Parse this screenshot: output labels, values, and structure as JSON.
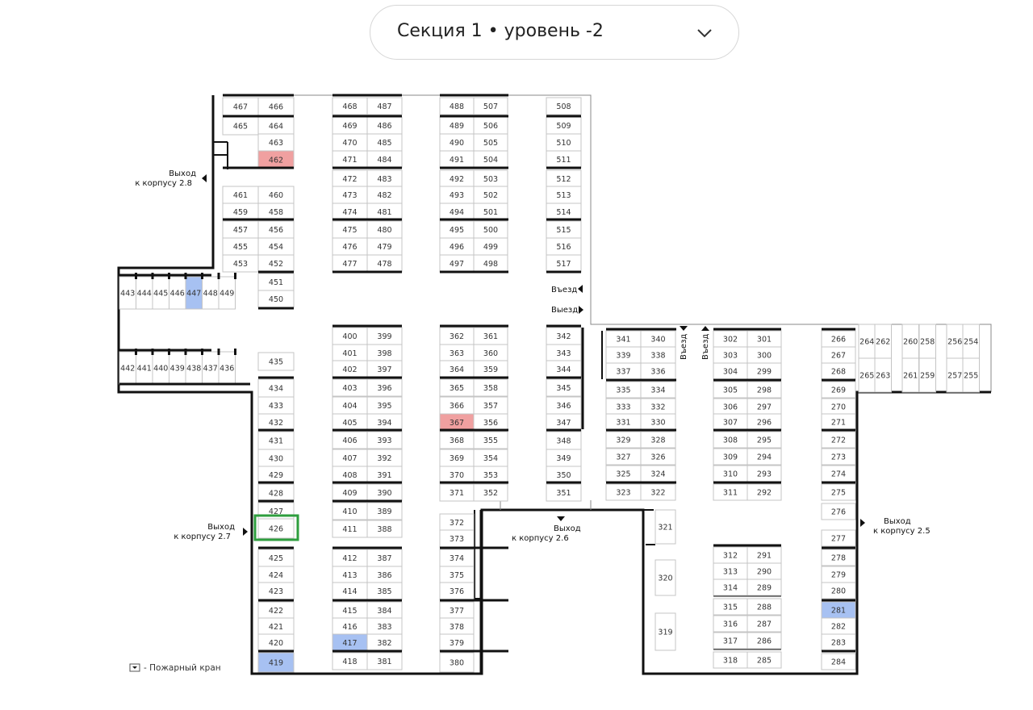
{
  "selector": {
    "label": "Секция 1 • уровень -2",
    "icon": "chevron-down-icon"
  },
  "colors": {
    "occupied": "#f0a0a0",
    "highlighted": "#a7c1f2",
    "selected_outline": "#2e9e3e",
    "wall": "#111111"
  },
  "selected_spot": "426",
  "spots_occupied": [
    "462",
    "367"
  ],
  "spots_highlighted": [
    "447",
    "417",
    "419",
    "281"
  ],
  "labels": {
    "exit_28_line1": "Выход",
    "exit_28_line2": "к корпусу 2.8",
    "exit_27_line1": "Выход",
    "exit_27_line2": "к корпусу 2.7",
    "exit_26_line1": "Выход",
    "exit_26_line2": "к корпусу 2.6",
    "exit_25_line1": "Выход",
    "exit_25_line2": "к корпусу 2.5",
    "entry_1": "Въезд",
    "exit_drive_1": "Выезд",
    "entry_v1": "Въезд",
    "entry_v2": "Въезд",
    "legend": "- Пожарный кран"
  },
  "spots": [
    "467",
    "466",
    "465",
    "464",
    "463",
    "462",
    "461",
    "460",
    "459",
    "458",
    "457",
    "456",
    "455",
    "454",
    "453",
    "452",
    "451",
    "450",
    "443",
    "444",
    "445",
    "446",
    "447",
    "448",
    "449",
    "442",
    "441",
    "440",
    "439",
    "438",
    "437",
    "436",
    "435",
    "434",
    "433",
    "432",
    "431",
    "430",
    "429",
    "428",
    "427",
    "426",
    "425",
    "424",
    "423",
    "422",
    "421",
    "420",
    "419",
    "468",
    "487",
    "469",
    "486",
    "470",
    "485",
    "471",
    "484",
    "472",
    "483",
    "473",
    "482",
    "474",
    "481",
    "475",
    "480",
    "476",
    "479",
    "477",
    "478",
    "488",
    "507",
    "489",
    "506",
    "490",
    "505",
    "491",
    "504",
    "492",
    "503",
    "493",
    "502",
    "494",
    "501",
    "495",
    "500",
    "496",
    "499",
    "497",
    "498",
    "508",
    "509",
    "510",
    "511",
    "512",
    "513",
    "514",
    "515",
    "516",
    "517",
    "400",
    "399",
    "401",
    "398",
    "402",
    "397",
    "403",
    "396",
    "404",
    "395",
    "405",
    "394",
    "406",
    "393",
    "407",
    "392",
    "408",
    "391",
    "409",
    "390",
    "410",
    "389",
    "411",
    "388",
    "412",
    "387",
    "413",
    "386",
    "414",
    "385",
    "415",
    "384",
    "416",
    "383",
    "417",
    "382",
    "418",
    "381",
    "362",
    "361",
    "363",
    "360",
    "364",
    "359",
    "365",
    "358",
    "366",
    "357",
    "367",
    "356",
    "368",
    "355",
    "369",
    "354",
    "370",
    "353",
    "371",
    "352",
    "372",
    "373",
    "374",
    "375",
    "376",
    "377",
    "378",
    "379",
    "380",
    "342",
    "343",
    "344",
    "345",
    "346",
    "347",
    "348",
    "349",
    "350",
    "351",
    "341",
    "340",
    "339",
    "338",
    "337",
    "336",
    "335",
    "334",
    "333",
    "332",
    "331",
    "330",
    "329",
    "328",
    "327",
    "326",
    "325",
    "324",
    "323",
    "322",
    "321",
    "320",
    "319",
    "302",
    "301",
    "303",
    "300",
    "304",
    "299",
    "305",
    "298",
    "306",
    "297",
    "307",
    "296",
    "308",
    "295",
    "309",
    "294",
    "310",
    "293",
    "311",
    "292",
    "312",
    "291",
    "313",
    "290",
    "314",
    "289",
    "315",
    "288",
    "316",
    "287",
    "317",
    "286",
    "318",
    "285",
    "266",
    "267",
    "268",
    "269",
    "270",
    "271",
    "272",
    "273",
    "274",
    "275",
    "276",
    "277",
    "278",
    "279",
    "280",
    "281",
    "282",
    "283",
    "284",
    "264",
    "262",
    "260",
    "258",
    "256",
    "254",
    "265",
    "263",
    "261",
    "259",
    "257",
    "255"
  ]
}
